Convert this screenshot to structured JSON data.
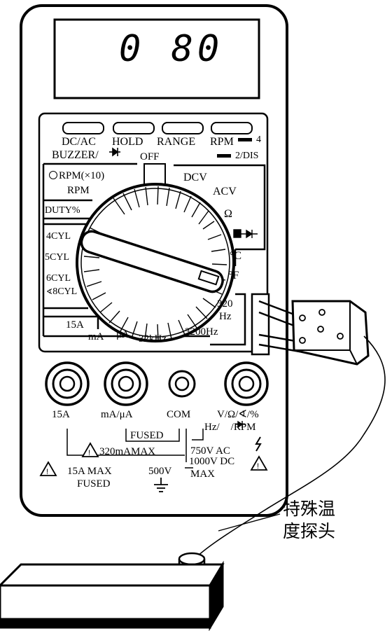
{
  "display": {
    "reading": "0 80"
  },
  "buttons": {
    "dcac": "DC/AC",
    "buzzer": "BUZZER/",
    "hold": "HOLD",
    "range": "RANGE",
    "rpm": "RPM",
    "rpm_sub_4": "4",
    "rpm_sub_2dis": "2/DIS"
  },
  "dial": {
    "off": "OFF",
    "rpm_x10": "RPM(×10)",
    "rpm": "RPM",
    "duty": "DUTY%",
    "cyl4": "4CYL",
    "cyl5": "5CYL",
    "cyl6": "6CYL",
    "cyl8": "8CYL",
    "dcv": "DCV",
    "acv": "ACV",
    "ohm": "Ω",
    "degc": "°C",
    "degf": "°F",
    "hz320": "320",
    "hz": "Hz",
    "a15": "15A",
    "ma": "mA",
    "ua": "μA",
    "khz32": "32kHz",
    "hz3200": "3200Hz"
  },
  "jacks": {
    "a15": "15A",
    "ma_ua": "mA/μA",
    "com": "COM",
    "v_ohm": "V/Ω/",
    "hz_rpm": "Hz/",
    "rpm_tail": "/RPM",
    "percent": "/%"
  },
  "warnings": {
    "fused": "FUSED",
    "max320": "320mAMAX",
    "v750ac": "750V AC",
    "v1000dc": "1000V DC",
    "max": "MAX",
    "a15max": "15A MAX",
    "fused2": "FUSED",
    "v500": "500V"
  },
  "callout": {
    "line1": "特殊温",
    "line2": "度探头"
  }
}
